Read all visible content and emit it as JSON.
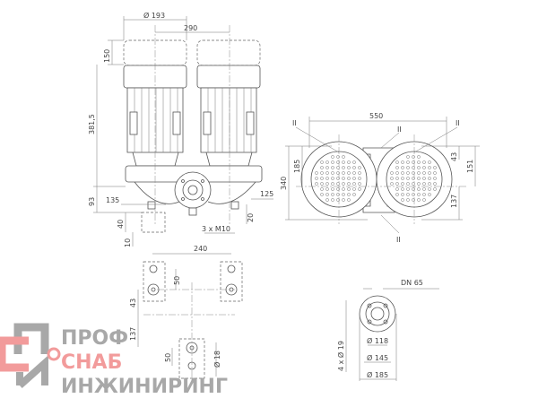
{
  "front_view": {
    "dims": {
      "motor_diameter": "Ø 193",
      "motor_spacing": "290",
      "fan_cover_height": "150",
      "motor_height": "381,5",
      "pump_height": "93",
      "left_offset": "135",
      "right_offset": "125",
      "bolts": "3 x M10",
      "depth_20": "20",
      "height_40": "40",
      "height_10": "10"
    }
  },
  "foundation_view": {
    "dims": {
      "width_240": "240",
      "spacing_50_top": "50",
      "offset_43": "43",
      "offset_137": "137",
      "spacing_50_bottom": "50",
      "hole_diameter": "Ø 18"
    }
  },
  "top_view": {
    "dims": {
      "width_550": "550",
      "height_340": "340",
      "height_185": "185",
      "height_43": "43",
      "height_151": "151",
      "height_137": "137"
    },
    "markers": [
      "II",
      "II",
      "II",
      "II"
    ]
  },
  "flange_view": {
    "dims": {
      "nominal": "DN 65",
      "bolt_holes": "4 x Ø 19",
      "d118": "Ø 118",
      "d145": "Ø 145",
      "d185": "Ø 185"
    }
  },
  "watermark": {
    "line1": "ПРОФ",
    "line2": "СНАБ",
    "line3": "ИНЖИНИРИНГ",
    "gray": "#9a9a9a",
    "red": "#f08a8a"
  }
}
